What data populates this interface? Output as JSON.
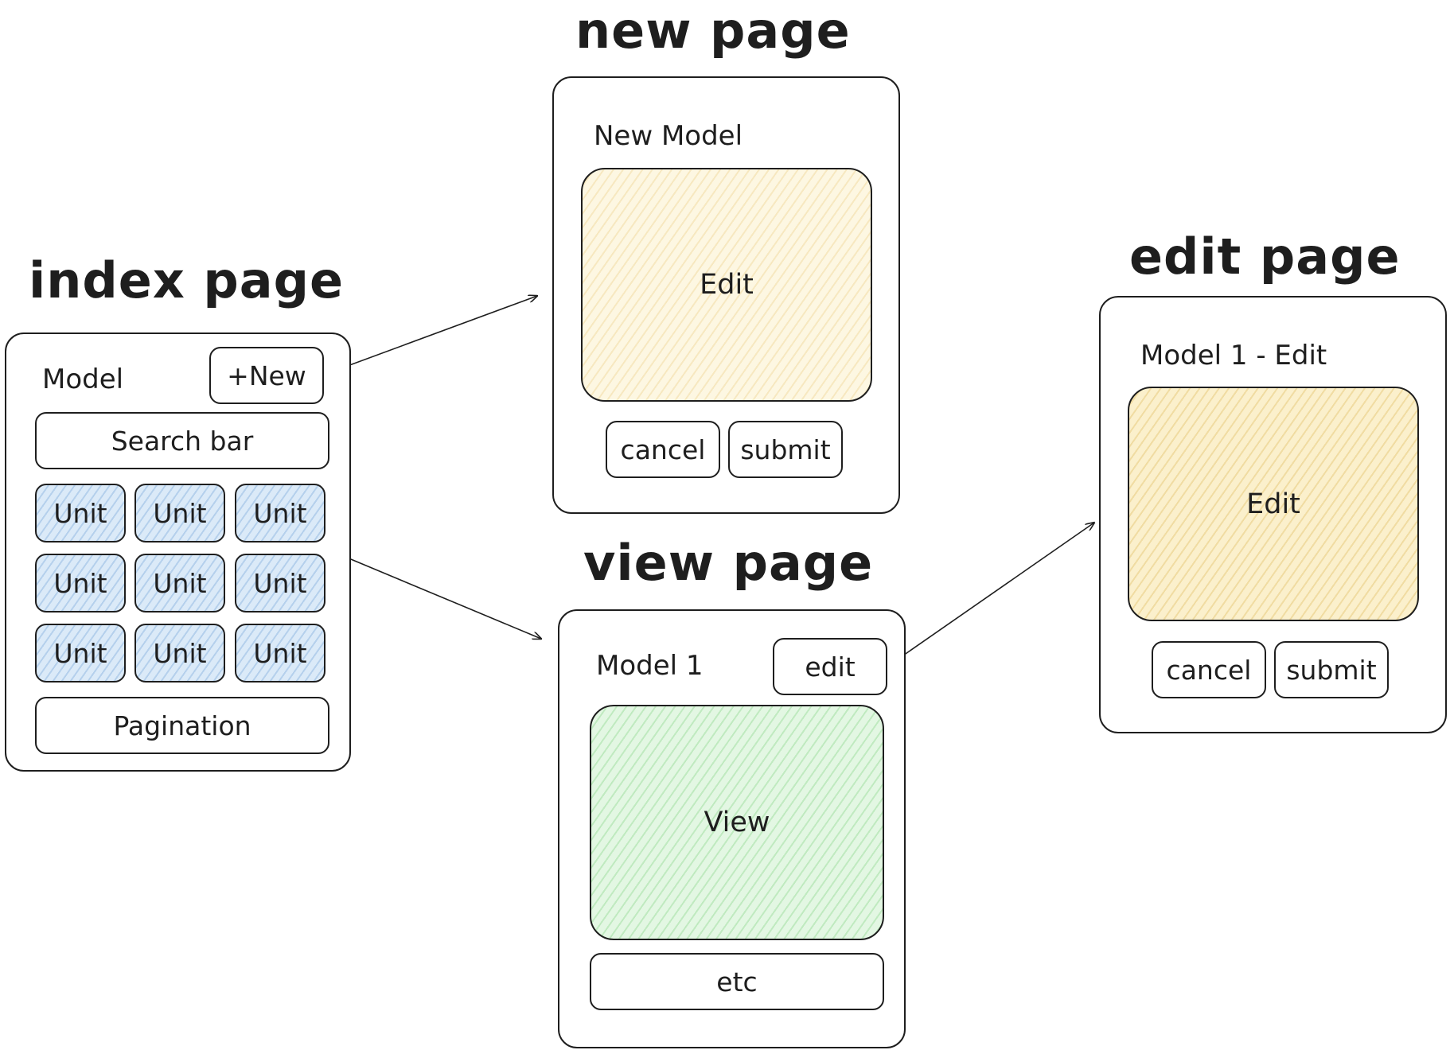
{
  "headings": {
    "index": "index page",
    "new": "new page",
    "view": "view page",
    "edit": "edit page"
  },
  "index_page": {
    "title": "Model",
    "new_button": "+New",
    "search_bar": "Search bar",
    "units": [
      "Unit",
      "Unit",
      "Unit",
      "Unit",
      "Unit",
      "Unit",
      "Unit",
      "Unit",
      "Unit"
    ],
    "pagination": "Pagination"
  },
  "new_page": {
    "title": "New Model",
    "form_area": "Edit",
    "cancel_button": "cancel",
    "submit_button": "submit"
  },
  "view_page": {
    "title": "Model 1",
    "edit_button": "edit",
    "view_area": "View",
    "extra_box": "etc"
  },
  "edit_page": {
    "title": "Model 1 - Edit",
    "form_area": "Edit",
    "cancel_button": "cancel",
    "submit_button": "submit"
  },
  "colors": {
    "stroke": "#1e1e1e",
    "unit_fill": "#dbeaf8",
    "new_form_fill": "#fdf7e2",
    "edit_form_fill": "#fbf0cc",
    "view_fill": "#e3f7e3"
  }
}
